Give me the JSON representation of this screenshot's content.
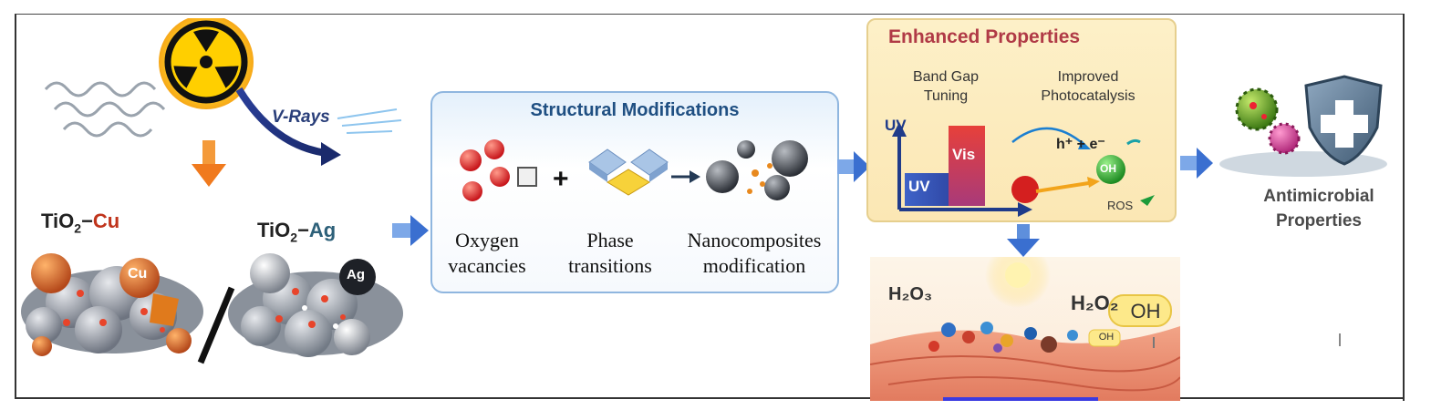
{
  "labels": {
    "rays": "V-Rays",
    "tio2_cu_prefix": "TiO",
    "tio2_cu_sub": "2",
    "tio2_cu_dash": "−",
    "tio2_cu_metal": "Cu",
    "tio2_ag_prefix": "TiO",
    "tio2_ag_sub": "2",
    "tio2_ag_dash": "−",
    "tio2_ag_metal": "Ag",
    "cu_ball": "Cu",
    "ag_ball": "Ag"
  },
  "structural": {
    "title": "Structural Modifications",
    "items": [
      {
        "line1": "Oxygen",
        "line2": "vacancies"
      },
      {
        "line1": "Phase",
        "line2": "transitions"
      },
      {
        "line1": "Nanocomposites",
        "line2": "modification"
      }
    ]
  },
  "enhanced": {
    "title": "Enhanced Properties",
    "band_gap_line1": "Band Gap",
    "band_gap_line2": "Tuning",
    "photo_line1": "Improved",
    "photo_line2": "Photocatalysis",
    "uv_axis": "UV",
    "vis": "Vis",
    "uv_bar": "UV",
    "h_e": "h⁺ + e⁻",
    "oh": "OH",
    "ros": "ROS"
  },
  "lower": {
    "h2o3": "H₂O₃",
    "h2o2": "H₂O₂",
    "oh_big": "OH",
    "oh_small": "OH"
  },
  "antimicrobial": {
    "line1": "Antimicrobial",
    "line2": "Properties"
  },
  "colors": {
    "arrow_blue": "#3a6fd0",
    "orange_arrow": "#f07a1e",
    "cu_red": "#c0341c",
    "ag_blue": "#2d6079",
    "title_red": "#b03a46",
    "struct_blue": "#1f4f82"
  }
}
